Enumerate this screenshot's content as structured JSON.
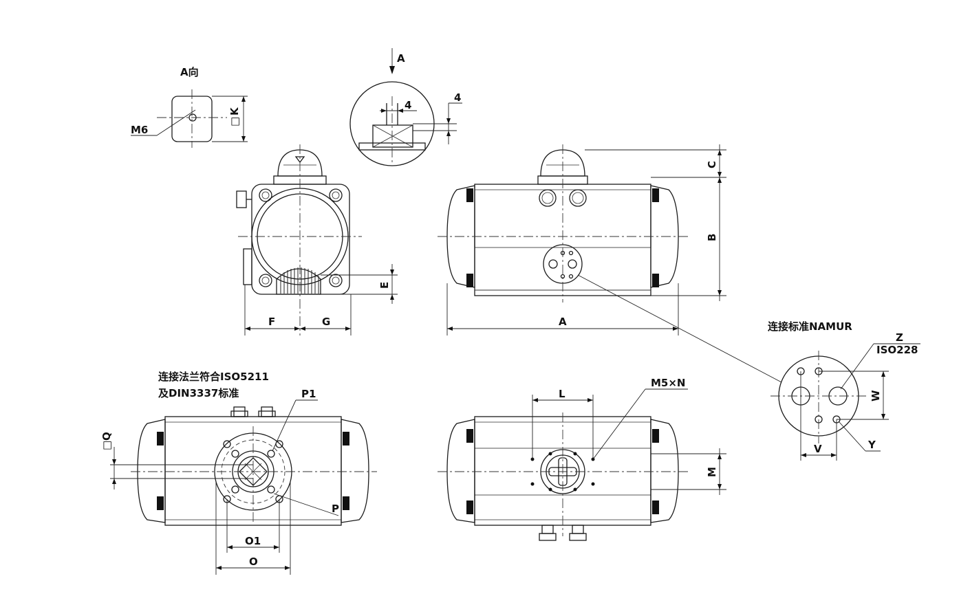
{
  "labels": {
    "view_a": "A向",
    "m6": "M6",
    "k": "K",
    "k_box": "□",
    "arrow_a": "A",
    "four_inner": "4",
    "four_outer": "4",
    "c": "C",
    "b": "B",
    "a": "A",
    "e": "E",
    "f": "F",
    "g": "G",
    "namur_title": "连接标准NAMUR",
    "z": "Z",
    "iso228": "ISO228",
    "w": "W",
    "v": "V",
    "y": "Y",
    "flange_note_1": "连接法兰符合ISO5211",
    "flange_note_2": "及DIN3337标准",
    "p1": "P1",
    "p": "P",
    "q": "Q",
    "q_box": "□",
    "o1": "O1",
    "o": "O",
    "l": "L",
    "m5n": "M5×N",
    "m": "M"
  }
}
